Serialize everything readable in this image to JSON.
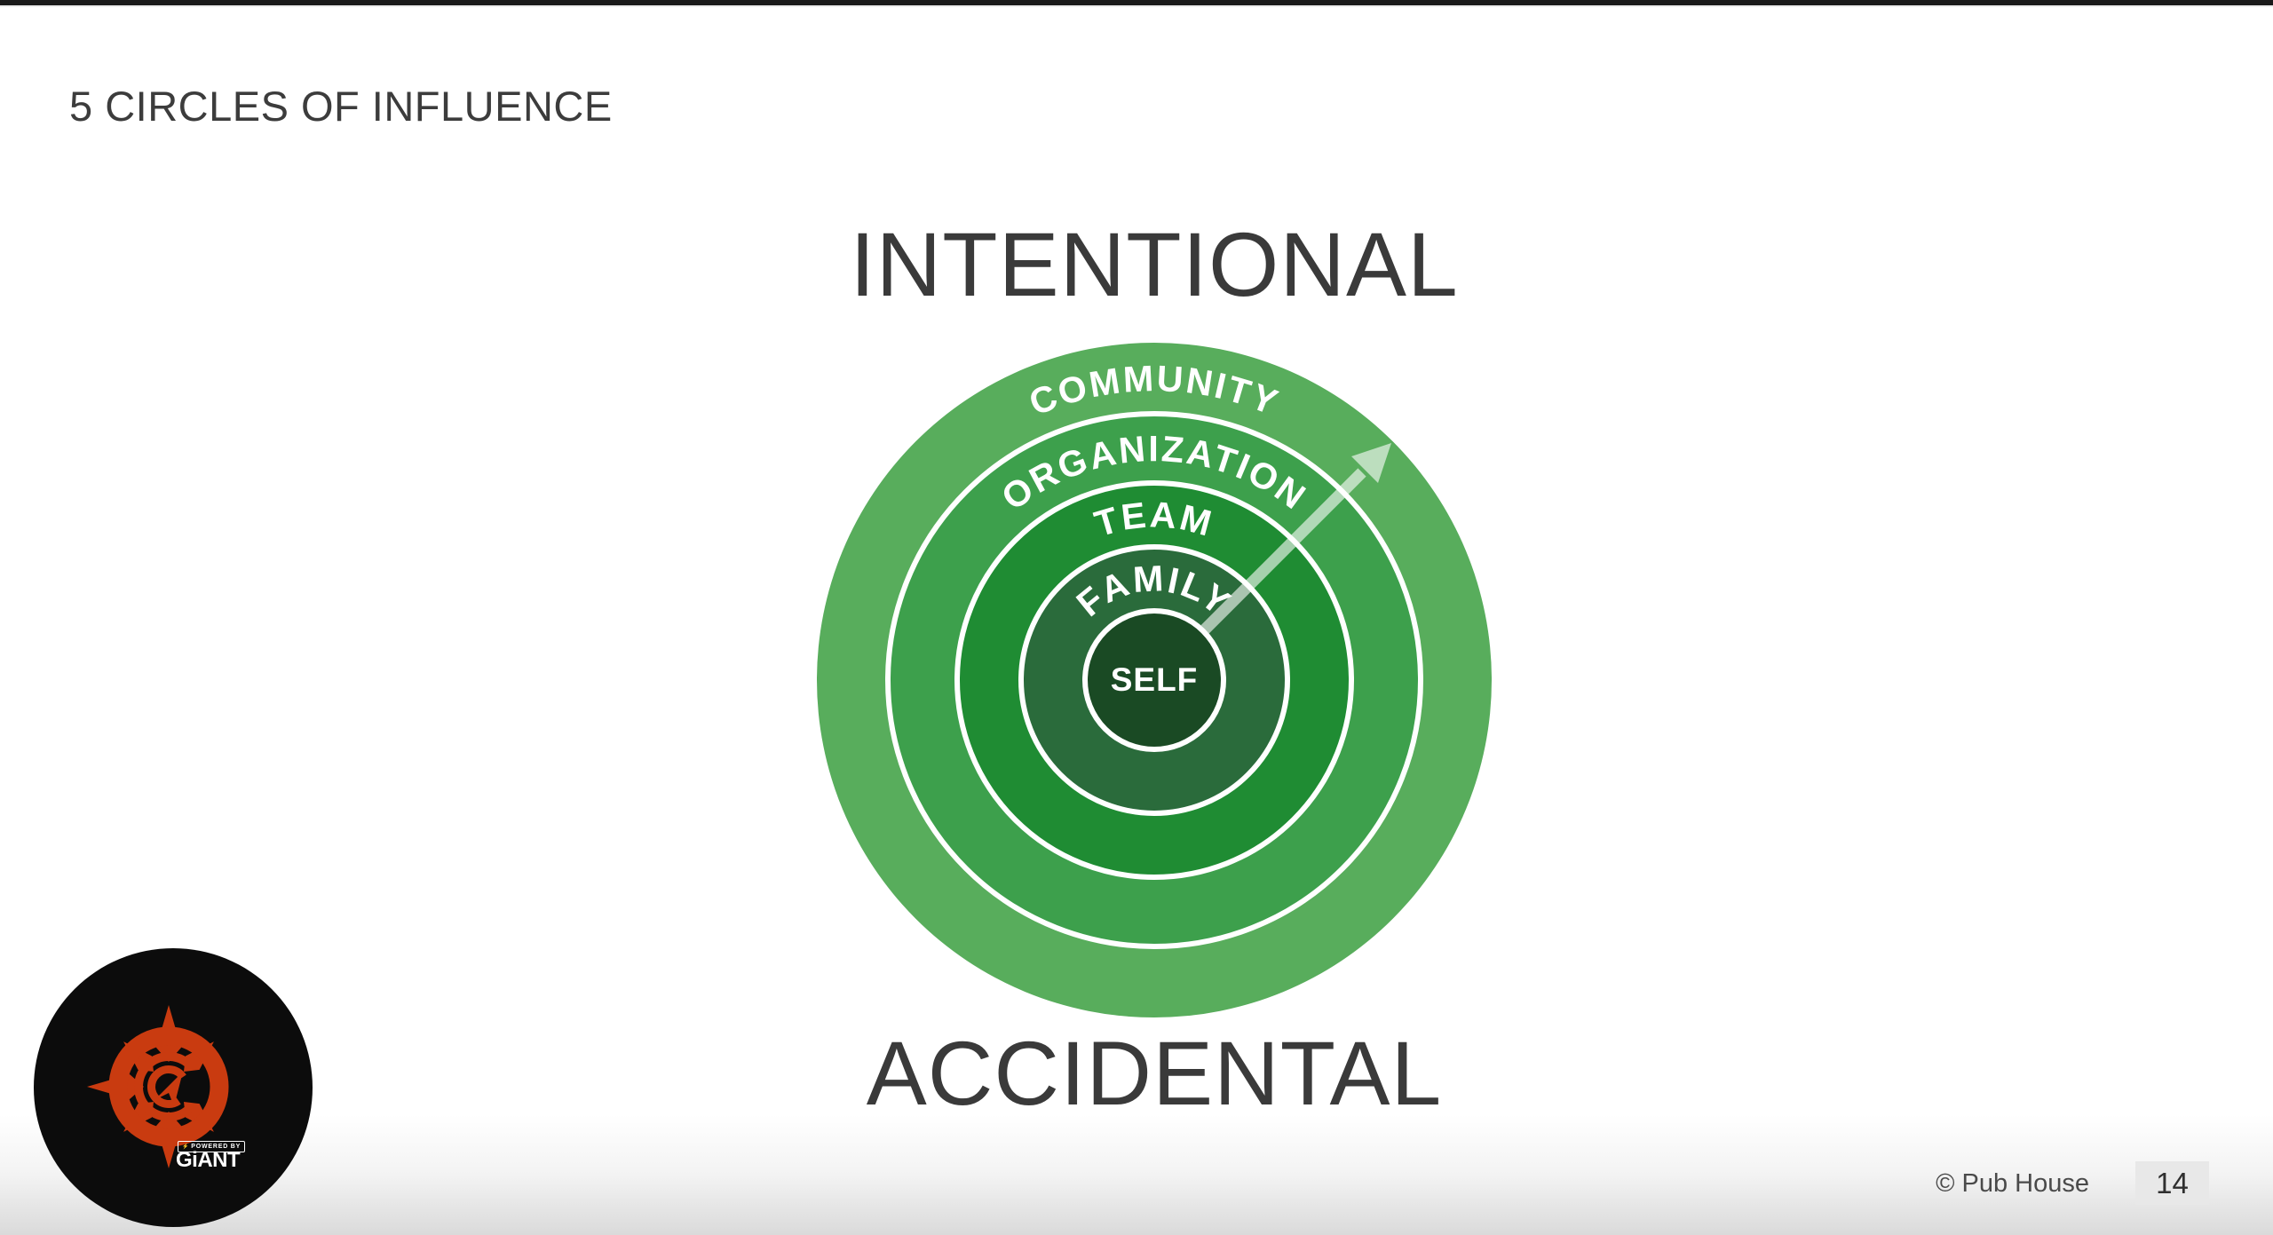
{
  "slide": {
    "title": "5 CIRCLES OF INFLUENCE",
    "axis_top_label": "INTENTIONAL",
    "axis_bottom_label": "ACCIDENTAL"
  },
  "diagram": {
    "type": "concentric-circles",
    "rings": [
      {
        "label": "SELF",
        "color": "#1a4a24"
      },
      {
        "label": "FAMILY",
        "color": "#2a6b3b"
      },
      {
        "label": "TEAM",
        "color": "#1f8c33"
      },
      {
        "label": "ORGANIZATION",
        "color": "#3da04c"
      },
      {
        "label": "COMMUNITY",
        "color": "#58ad5c"
      }
    ],
    "ring_divider_color": "#ffffff",
    "arrow": {
      "direction": "outward-upper-right",
      "color": "#ffffff"
    }
  },
  "logo": {
    "powered_by": "POWERED BY",
    "bolt_icon": "⚡",
    "brand": "GiANT",
    "accent_color": "#c93b10",
    "background_color": "#0c0c0c"
  },
  "footer": {
    "copyright": "© Pub House",
    "page_number": "14"
  }
}
